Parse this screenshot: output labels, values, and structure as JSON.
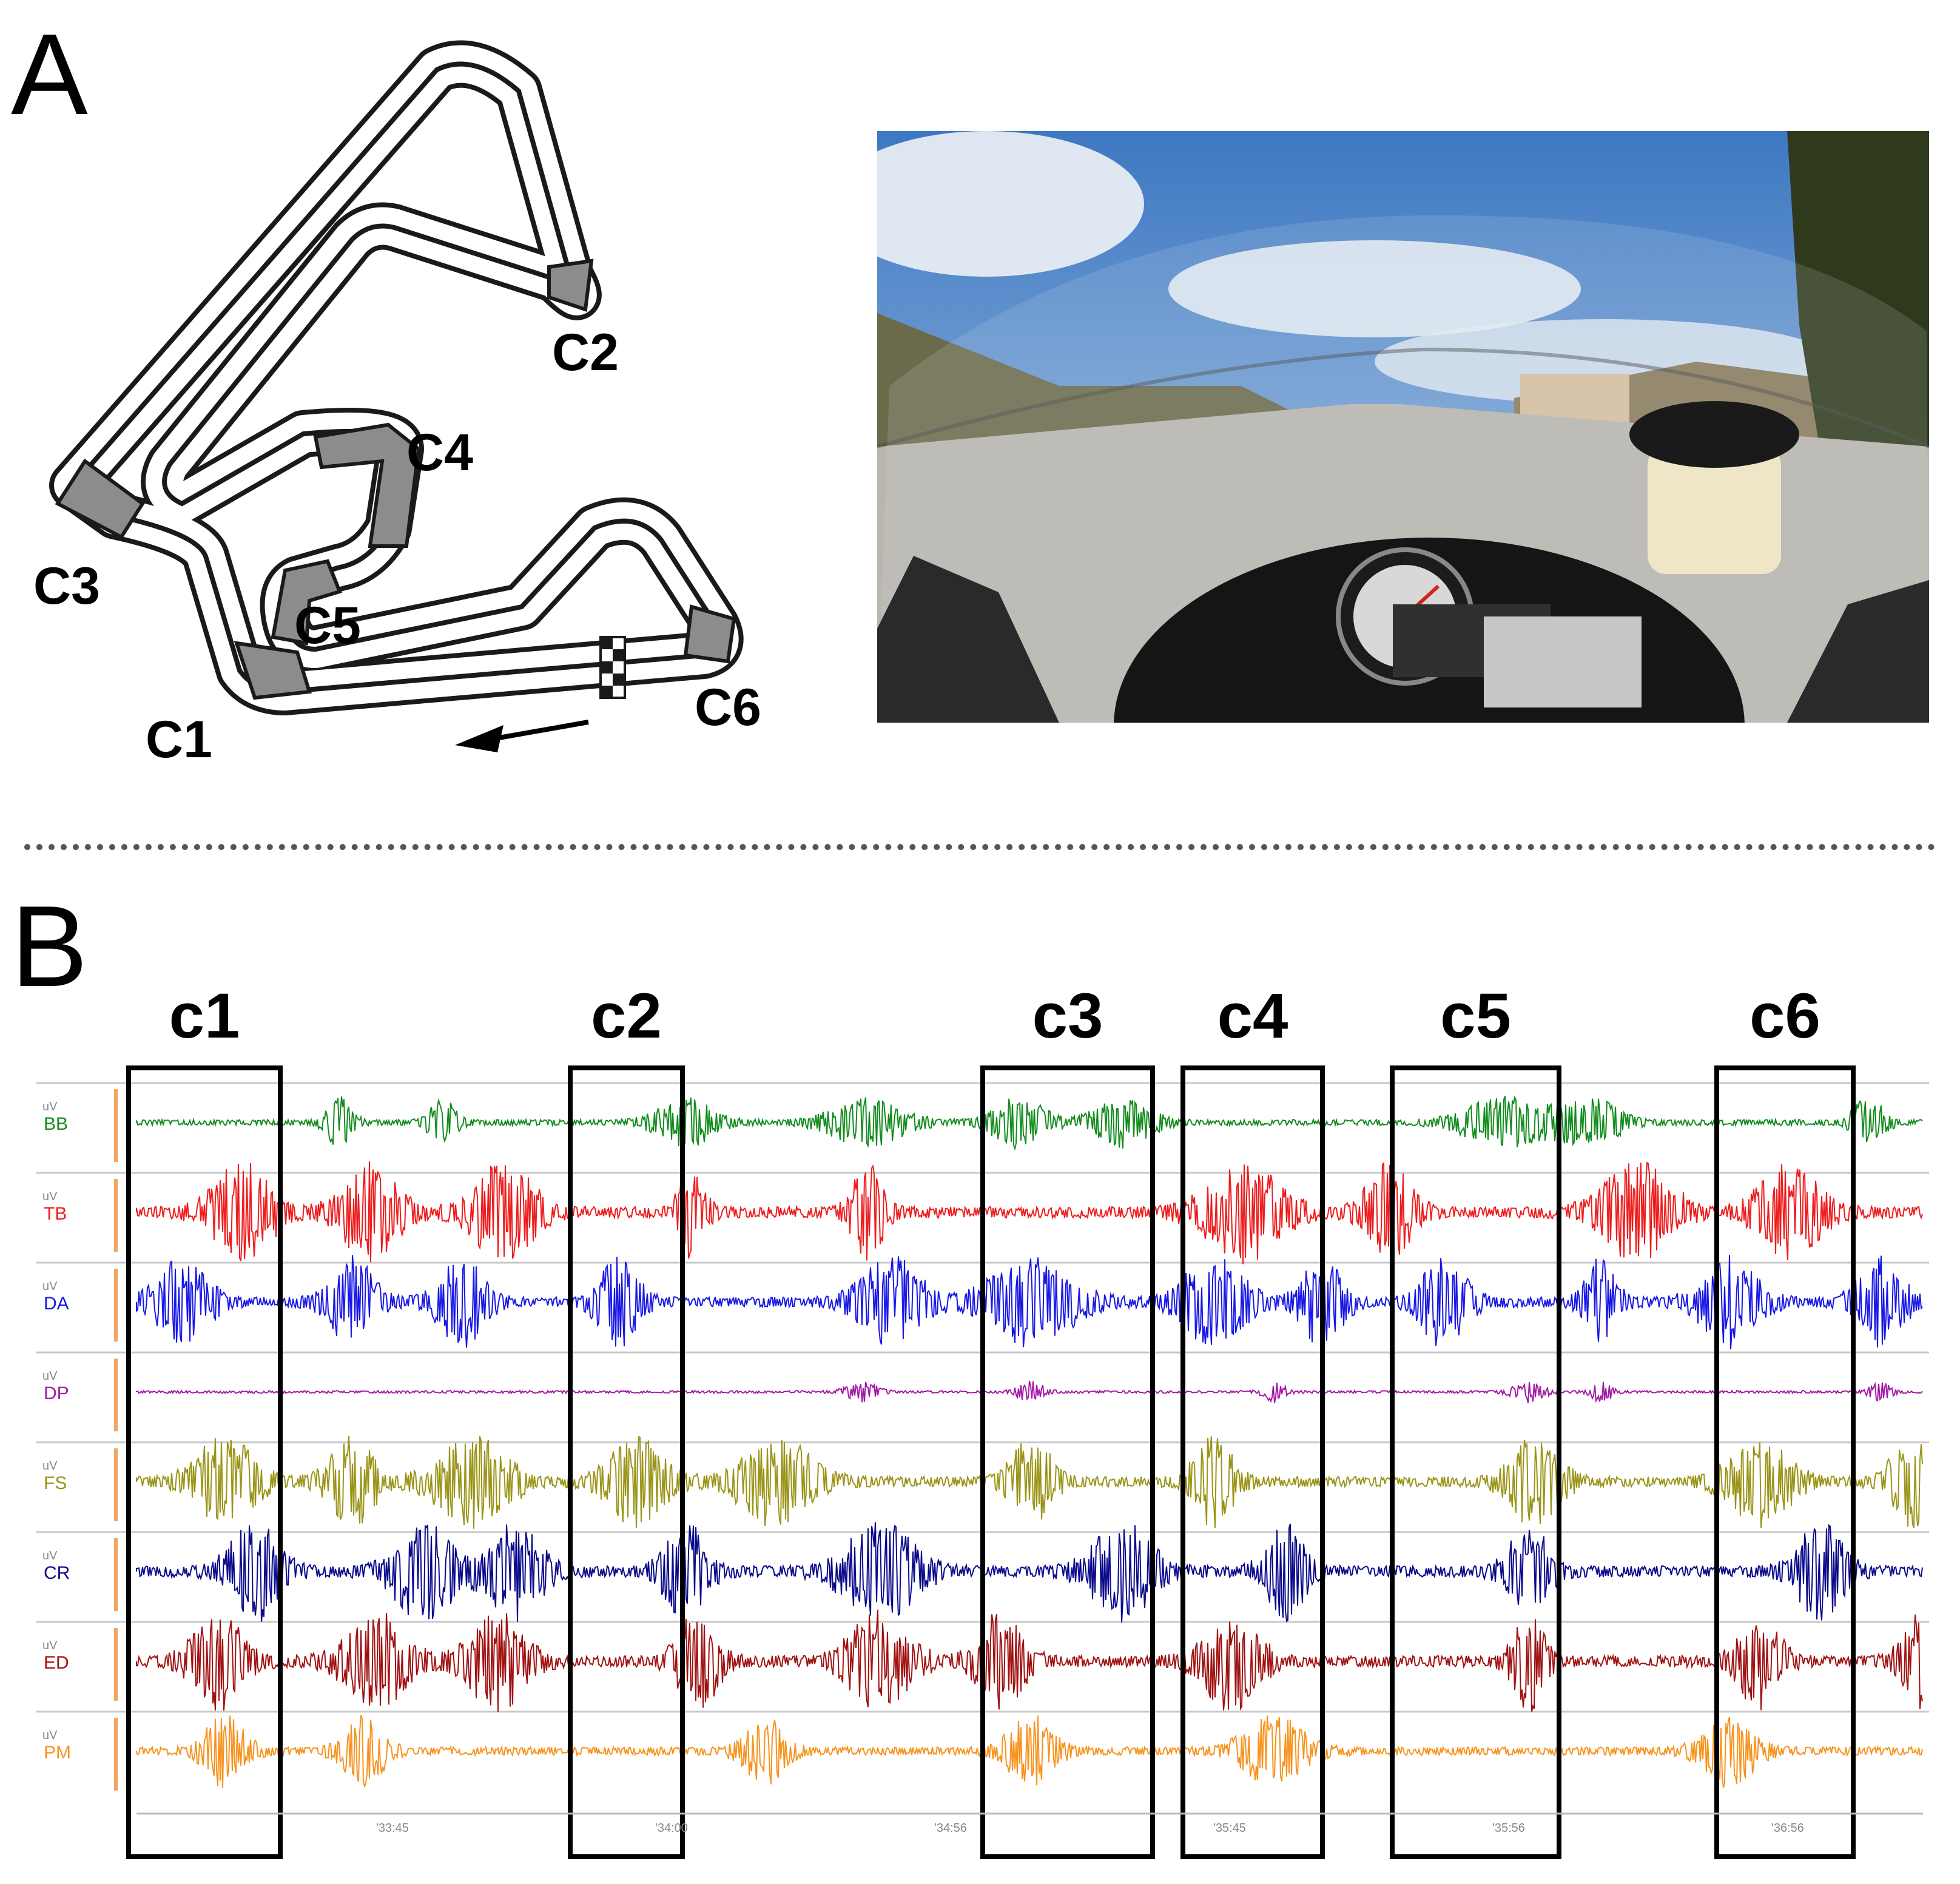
{
  "panel_a": {
    "letter": "A",
    "track": {
      "corner_labels": [
        "C1",
        "C2",
        "C3",
        "C4",
        "C5",
        "C6"
      ],
      "colors": {
        "track_outline": "#1a1a1a",
        "track_fill": "#ffffff",
        "corner_fill": "#8c8c8c"
      }
    },
    "photo": {
      "colors": {
        "sky": "#6f9fd8",
        "cloud": "#e8eef5",
        "road": "#b9b6ae",
        "hill": "#5c5a3c",
        "tree": "#2f3a1c",
        "dash": "#202020"
      }
    }
  },
  "panel_b": {
    "letter": "B",
    "corner_boxes": [
      "c1",
      "c2",
      "c3",
      "c4",
      "c5",
      "c6"
    ],
    "channels": [
      {
        "name": "BB",
        "color": "#128c1e"
      },
      {
        "name": "TB",
        "color": "#ee1c1c"
      },
      {
        "name": "DA",
        "color": "#1818e6"
      },
      {
        "name": "DP",
        "color": "#a21aa6"
      },
      {
        "name": "FS",
        "color": "#9a9418"
      },
      {
        "name": "CR",
        "color": "#0a0a8c"
      },
      {
        "name": "ED",
        "color": "#a01212"
      },
      {
        "name": "PM",
        "color": "#f7931e"
      }
    ],
    "time_labels": [
      "'33:45",
      "'34:00",
      "'34:56",
      "'35:45",
      "'35:56",
      "'36:56"
    ]
  }
}
